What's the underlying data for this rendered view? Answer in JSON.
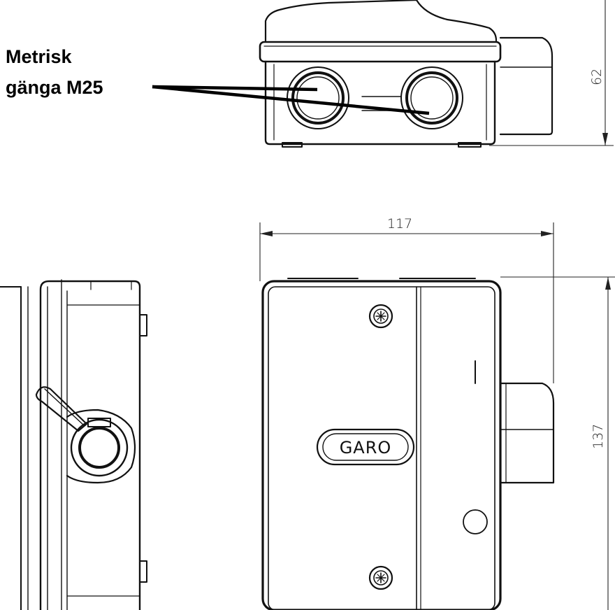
{
  "annotation": {
    "line1": "Metrisk",
    "line2": "gänga M25"
  },
  "dimensions": {
    "height_top": "62",
    "width_front": "117",
    "height_front": "137"
  },
  "brand": {
    "logo_text": "GARO"
  }
}
